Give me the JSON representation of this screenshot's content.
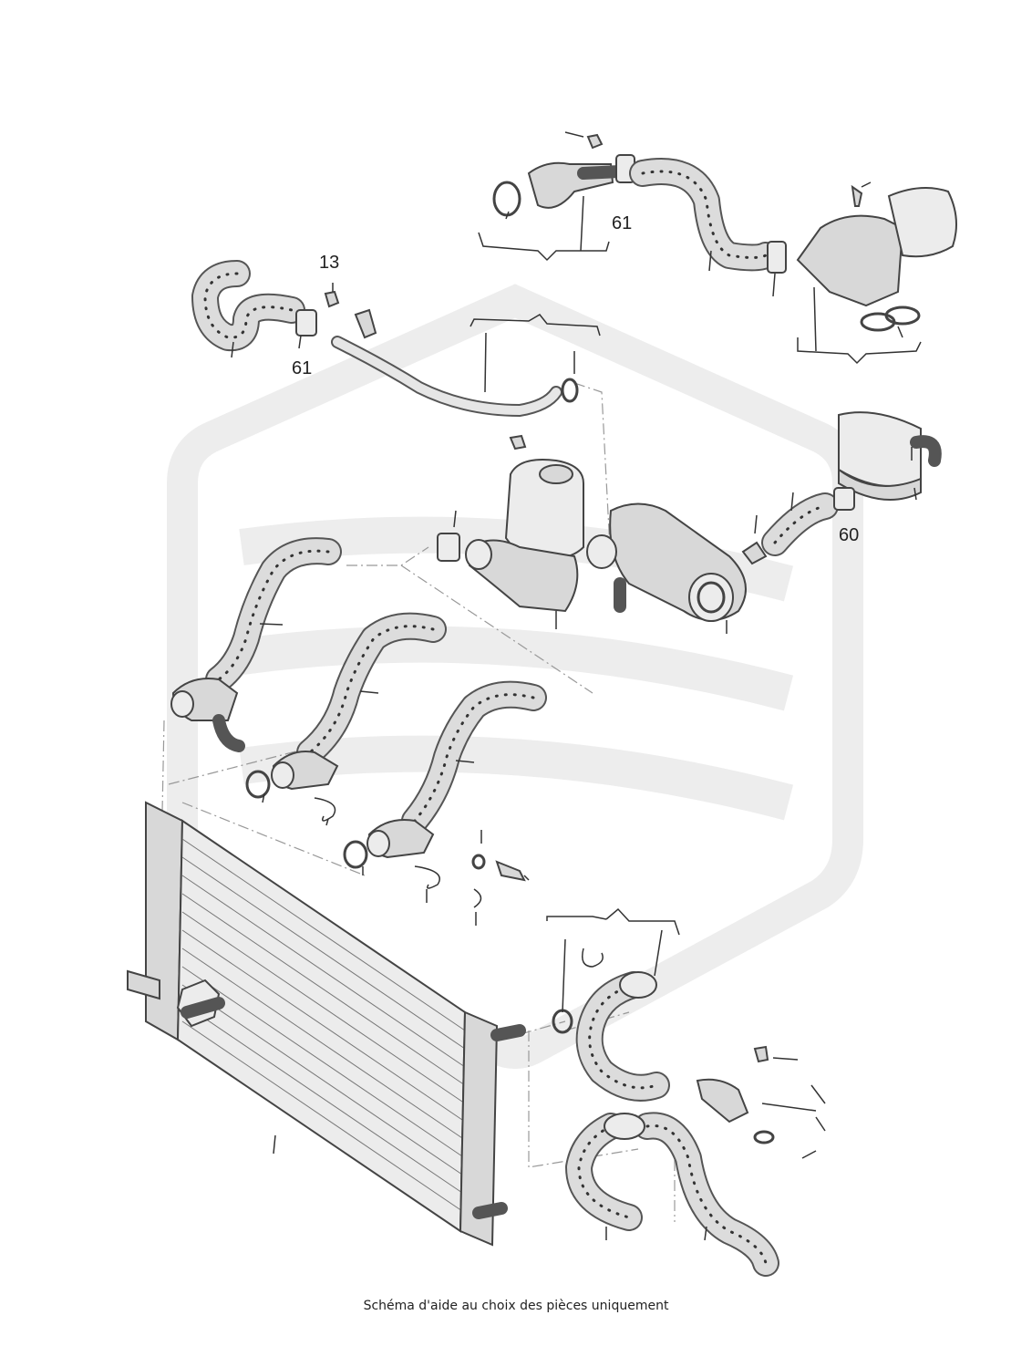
{
  "diagram": {
    "callouts": [
      "13",
      "61",
      "61",
      "60"
    ],
    "caption": "Schéma d'aide au choix des pièces uniquement",
    "colors": {
      "line": "#444444",
      "part_fill": "#d8d8d8",
      "watermark": "#ededed"
    }
  }
}
